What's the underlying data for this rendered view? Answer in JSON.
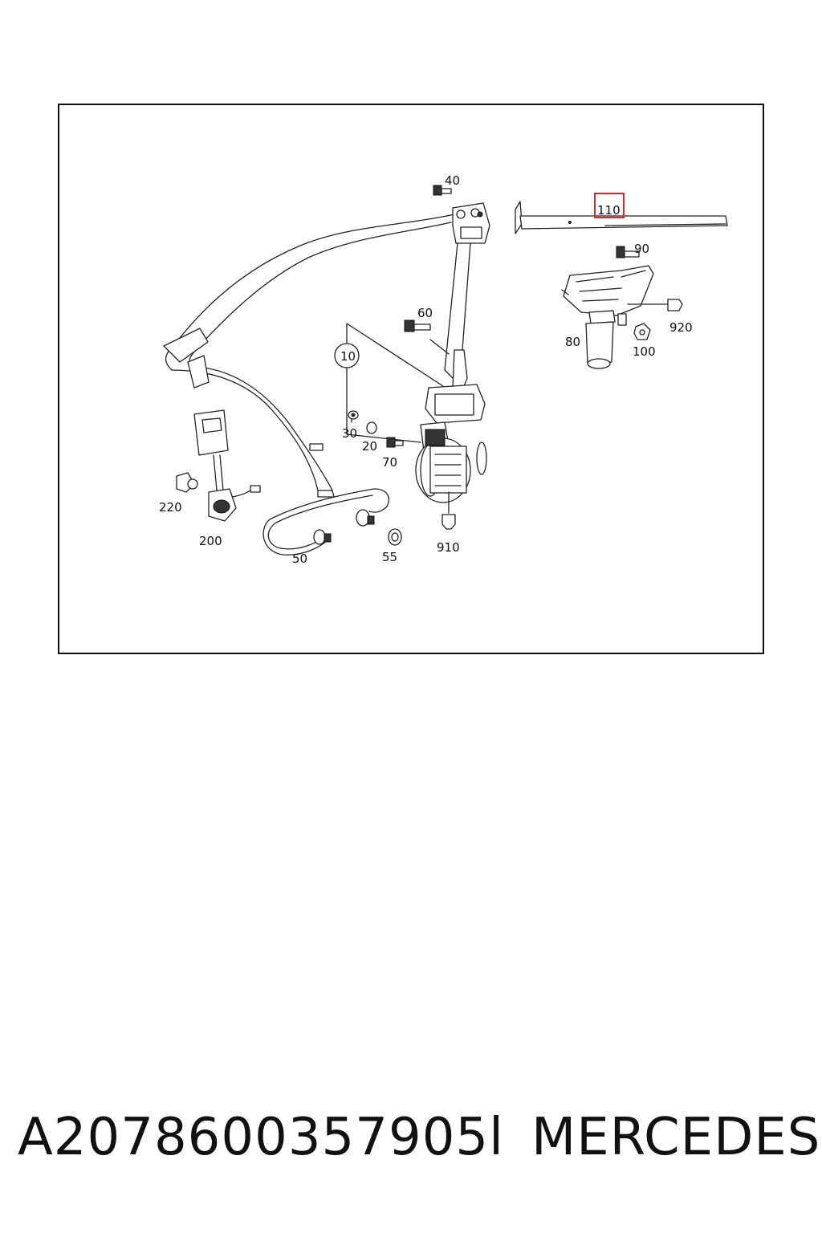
{
  "diagram": {
    "callouts": {
      "c10": "10",
      "c20": "20",
      "c30": "30",
      "c40": "40",
      "c50": "50",
      "c55": "55",
      "c60": "60",
      "c70": "70",
      "c80": "80",
      "c90": "90",
      "c100": "100",
      "c110": "110",
      "c200": "200",
      "c220": "220",
      "c910": "910",
      "c920": "920"
    },
    "highlight_color": "#e0262a"
  },
  "footer": {
    "part_number": "A2078600357905l",
    "brand": "MERCEDES"
  }
}
